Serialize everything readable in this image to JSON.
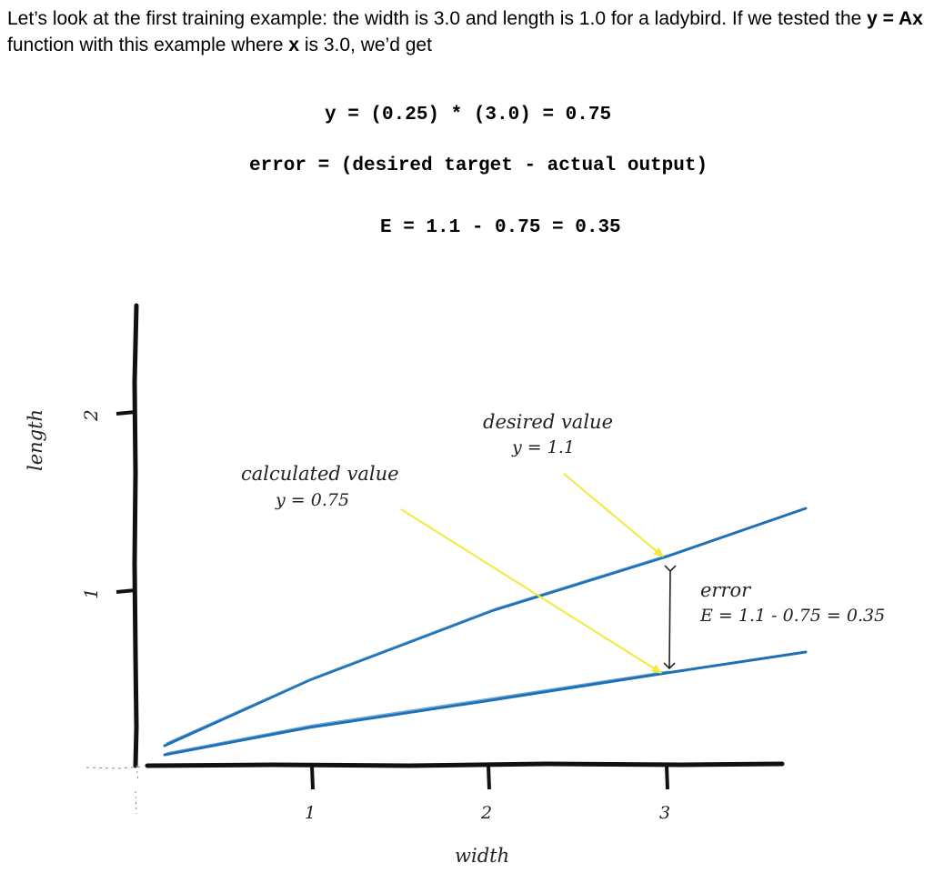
{
  "intro": {
    "prefix": "Let’s look at the first training example: the width is 3.0 and length is 1.0 for a ladybird. If we tested the ",
    "function": "y = Ax",
    "middle": " function with this example where ",
    "var": "x",
    "suffix": " is 3.0, we’d get"
  },
  "equations": {
    "eq1": "y = (0.25) * (3.0) = 0.75",
    "eq2": "error = (desired target - actual output)",
    "eq3": "E = 1.1 - 0.75 = 0.35"
  },
  "graph": {
    "y_axis_label": "length",
    "x_axis_label": "width",
    "x_ticks": [
      "1",
      "2",
      "3"
    ],
    "y_ticks": [
      "1",
      "2"
    ],
    "desired_label": "desired value",
    "desired_eq": "y = 1.1",
    "calculated_label": "calculated value",
    "calculated_eq": "y = 0.75",
    "error_label": "error",
    "error_eq": "E = 1.1 - 0.75 = 0.35",
    "colors": {
      "line": "#1f6fb5",
      "arrow": "#f2ea3a",
      "axis": "#111111"
    }
  }
}
